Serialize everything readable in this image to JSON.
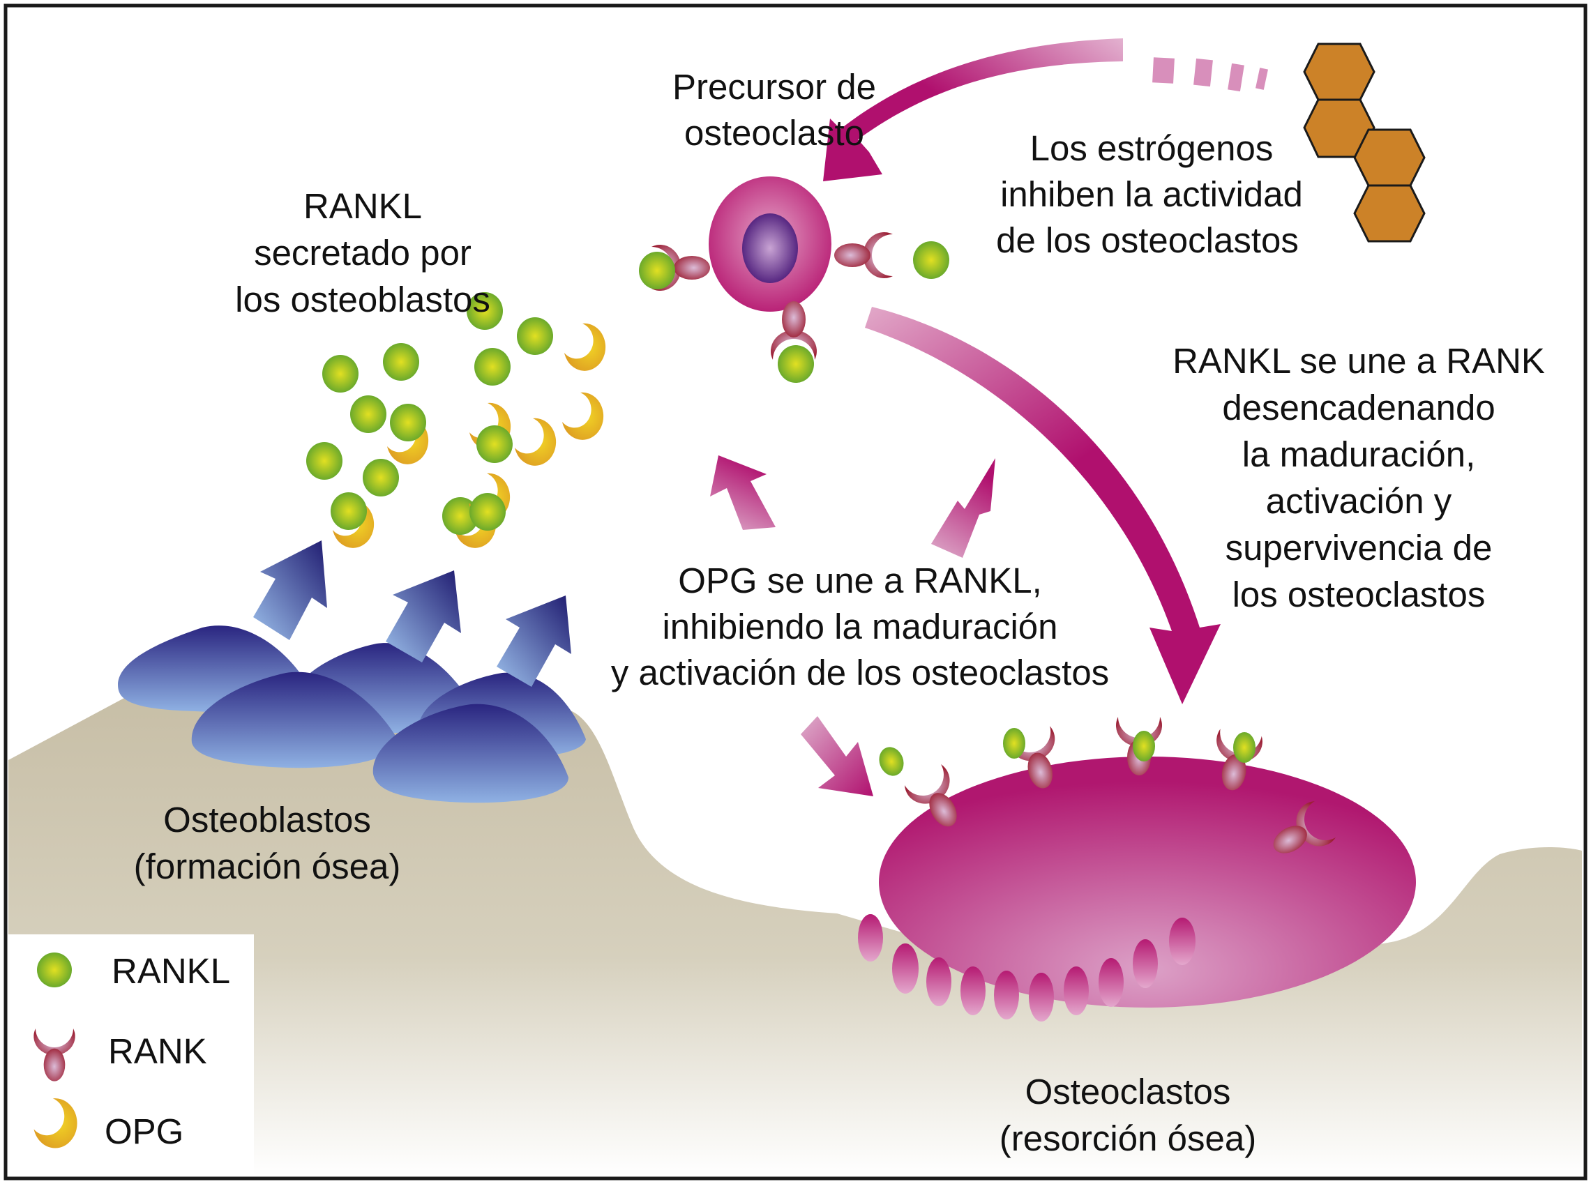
{
  "diagram": {
    "labels": {
      "precursor": [
        "Precursor de",
        "osteoclasto"
      ],
      "estrogen": [
        "Los estrógenos",
        "inhiben la actividad",
        "de los osteoclastos"
      ],
      "rankl_secreted": [
        "RANKL",
        "secretado por",
        "los osteoblastos"
      ],
      "rankl_binds": [
        "RANKL se une a RANK",
        "desencadenando",
        "la maduración,",
        "activación y",
        "supervivencia de",
        "los osteoclastos"
      ],
      "opg_binds": [
        "OPG se une a RANKL,",
        "inhibiendo la maduración",
        "y activación de los osteoclastos"
      ],
      "osteoblasts": [
        "Osteoblastos",
        "(formación ósea)"
      ],
      "osteoclasts": [
        "Osteoclastos",
        "(resorción ósea)"
      ]
    },
    "legend": [
      {
        "symbol": "rankl-sphere",
        "label": "RANKL"
      },
      {
        "symbol": "rank-receptor",
        "label": "RANK"
      },
      {
        "symbol": "opg-crescent",
        "label": "OPG"
      }
    ],
    "colors": {
      "rankl": "#7bb52a",
      "rank": "#a3323f",
      "opg": "#e3a81f",
      "osteoclast": "#b81f78",
      "osteoblast": "#4a66b5",
      "bone": "#c9c0a8",
      "estrogen": "#cc8228",
      "arrow_magenta": "#b0106e",
      "arrow_blue": "#2c237a"
    }
  }
}
